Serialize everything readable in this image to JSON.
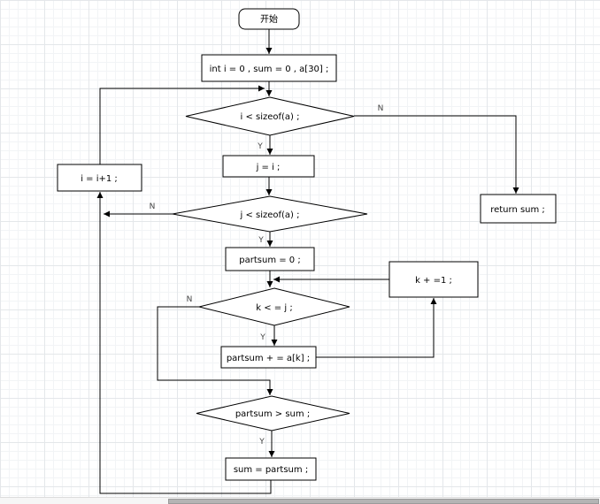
{
  "flowchart": {
    "nodes": {
      "start": {
        "label": "开始"
      },
      "init": {
        "label": "int i = 0 , sum = 0 , a[30] ;"
      },
      "cond_i": {
        "label": "i < sizeof(a) ;"
      },
      "return_sum": {
        "label": "return sum ;"
      },
      "set_j": {
        "label": "j = i ;"
      },
      "cond_j": {
        "label": "j < sizeof(a) ;"
      },
      "inc_i": {
        "label": "i = i+1 ;"
      },
      "partsum_zero": {
        "label": "partsum = 0 ;"
      },
      "inc_k": {
        "label": "k + =1 ;"
      },
      "cond_k": {
        "label": "k < = j ;"
      },
      "partsum_add": {
        "label": "partsum + = a[k] ;"
      },
      "cond_partsum": {
        "label": "partsum > sum ;"
      },
      "set_sum": {
        "label": "sum = partsum ;"
      }
    },
    "branches": {
      "cond_i": {
        "no": "N",
        "yes": "Y"
      },
      "cond_j": {
        "no": "N",
        "yes": "Y"
      },
      "cond_k": {
        "no": "N",
        "yes": "Y"
      },
      "cond_partsum": {
        "yes": "Y"
      }
    },
    "colors": {
      "shape_fill": "#ffffff",
      "shape_stroke": "#000000",
      "grid_minor": "#f2f4f6",
      "grid_major": "#e4e7ea"
    }
  }
}
